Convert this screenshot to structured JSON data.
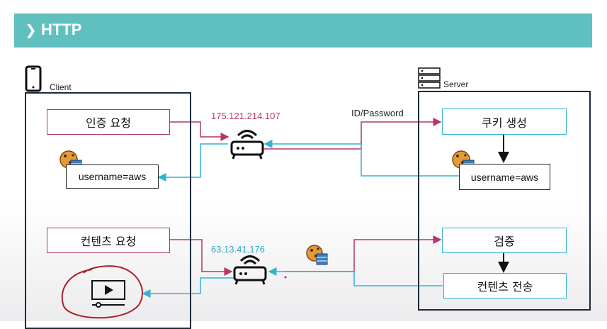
{
  "header": {
    "title": "HTTP"
  },
  "client": {
    "label": "Client"
  },
  "server": {
    "label": "Server"
  },
  "boxes": {
    "auth_request": "인증 요청",
    "client_cookie": "username=aws",
    "content_request": "컨텐츠 요청",
    "cookie_create": "쿠키 생성",
    "server_cookie": "username=aws",
    "verify": "검증",
    "content_send": "컨텐츠 전송"
  },
  "network": {
    "ip_top": "175.121.214.107",
    "ip_bottom": "63.13.41.176",
    "credentials": "ID/Password"
  },
  "colors": {
    "header": "#5fc0bf",
    "pink": "#b5346a",
    "cyan": "#2fb3d3",
    "panel_border": "#1e2a38"
  }
}
